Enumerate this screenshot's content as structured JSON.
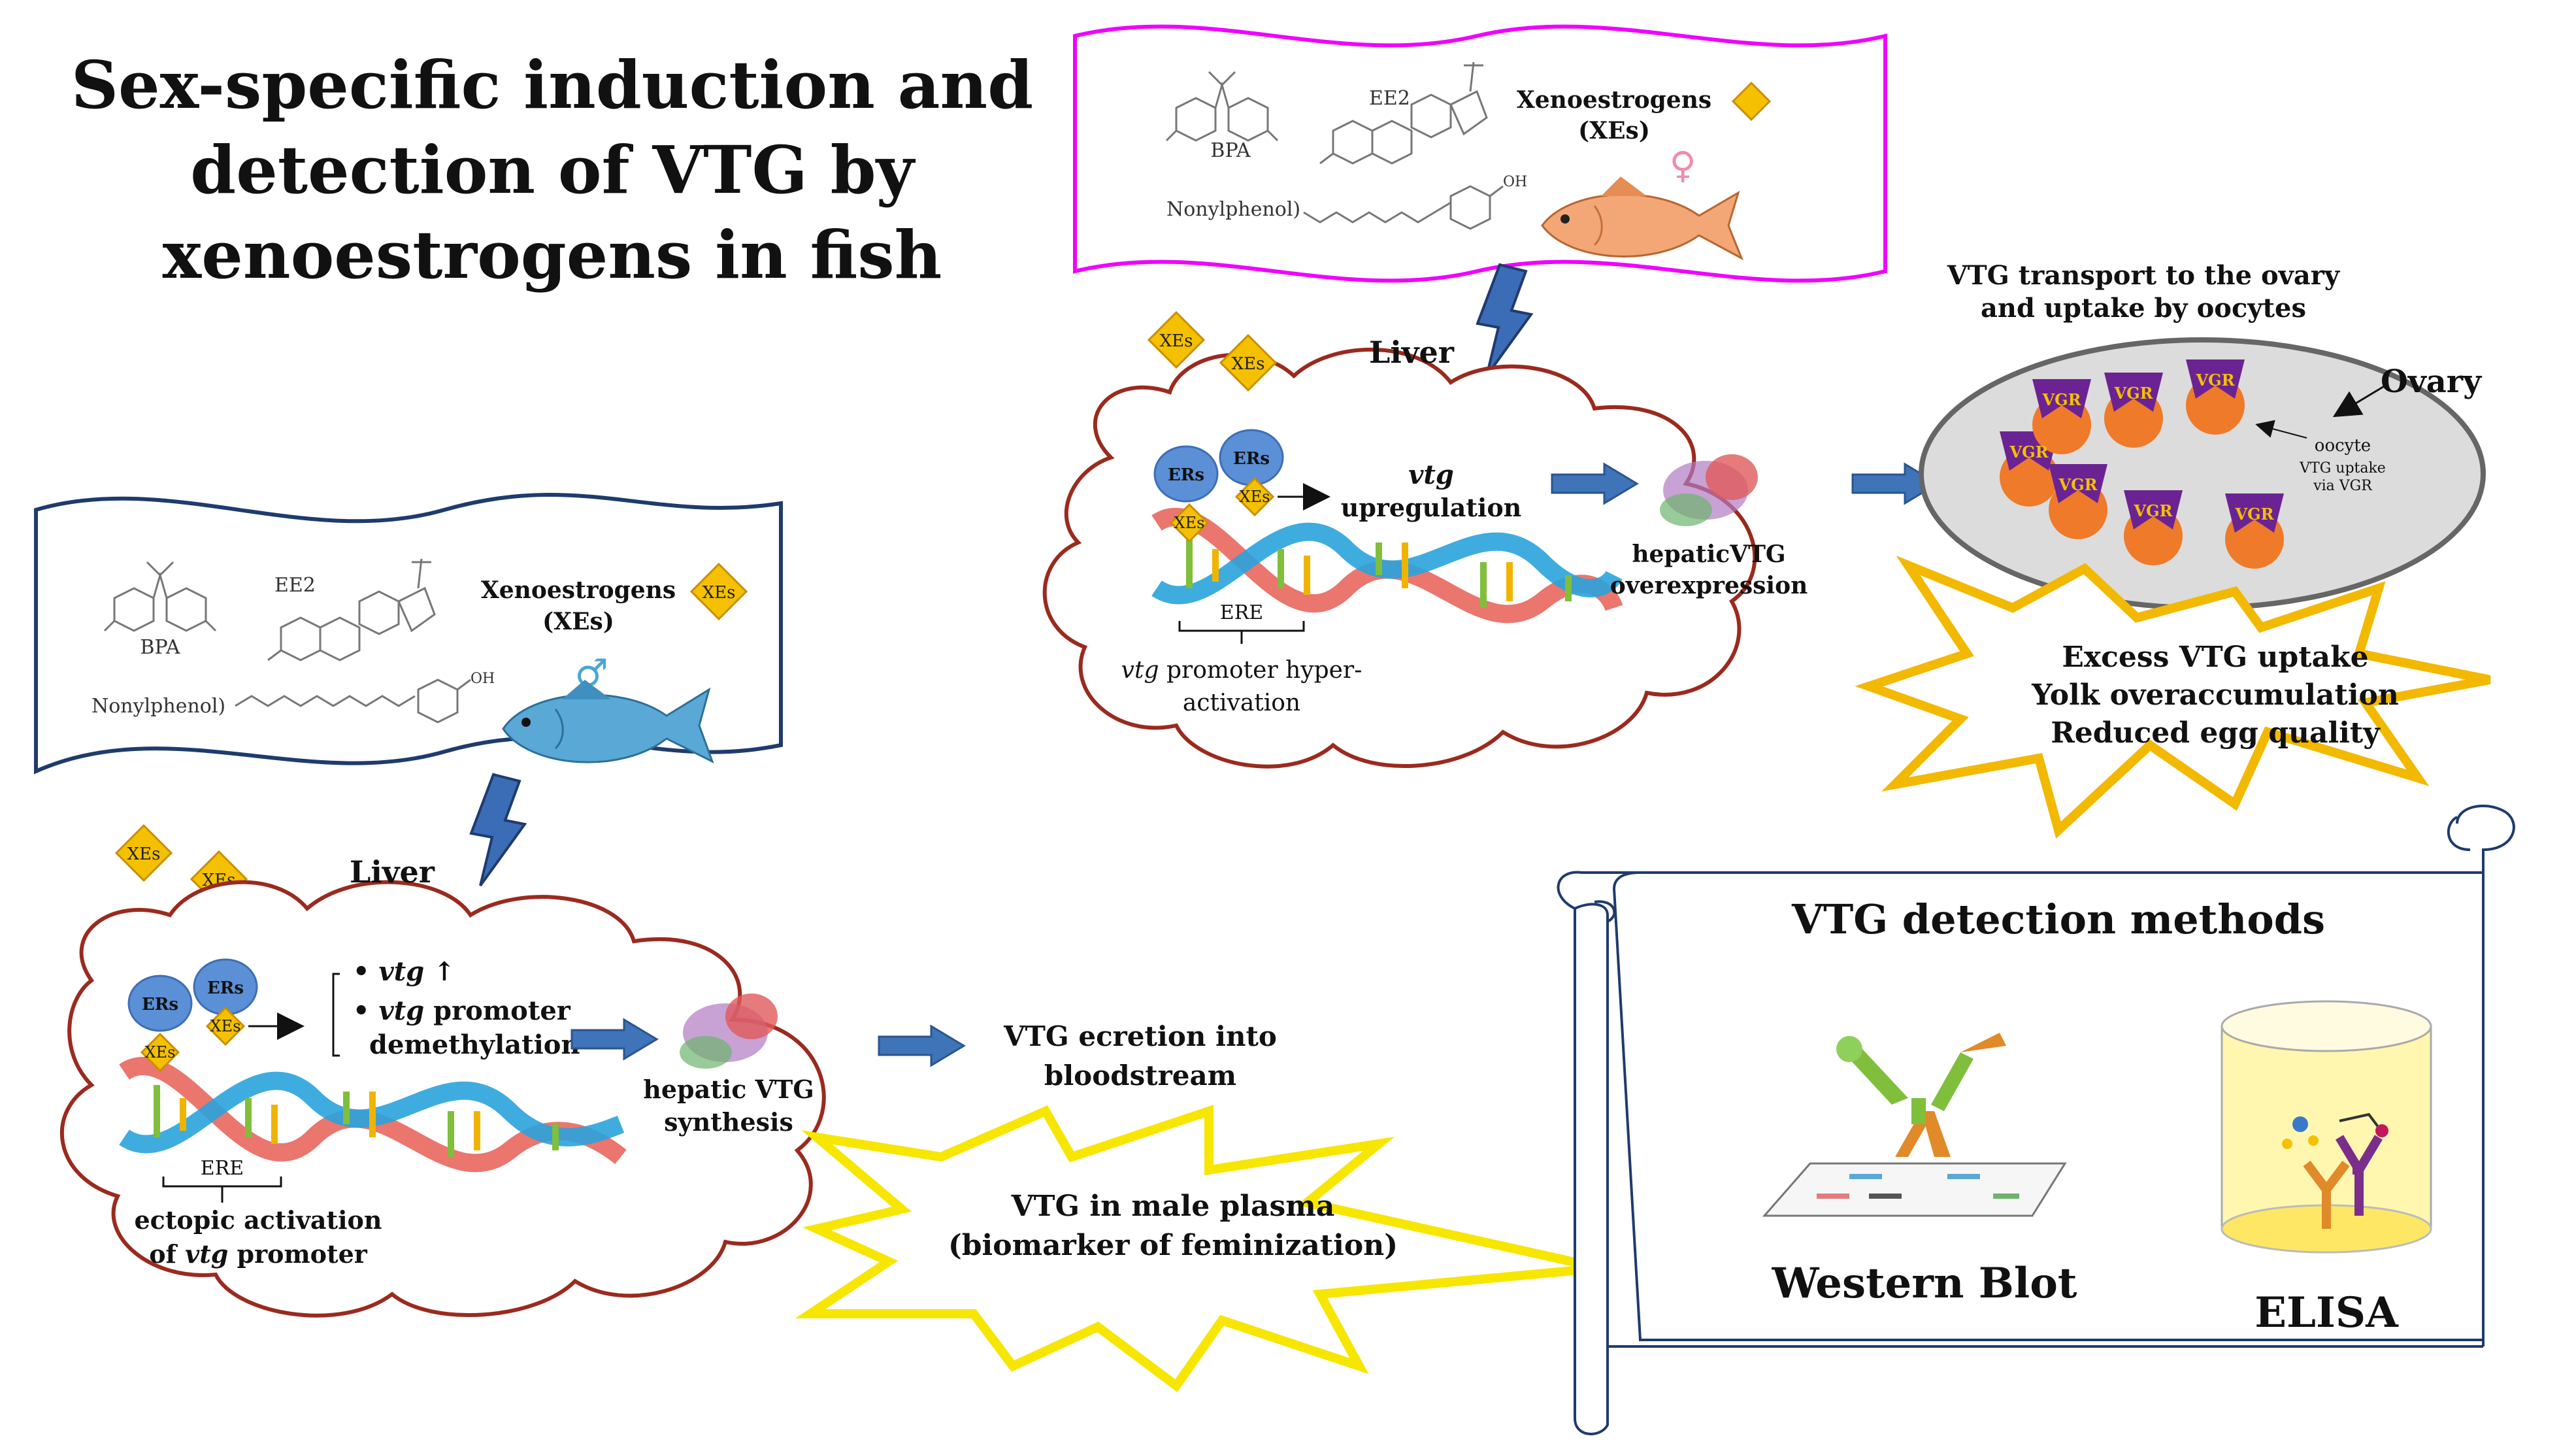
{
  "title": {
    "line1": "Sex-specific induction and",
    "line2": "detection of VTG by",
    "line3": "xenoestrogens in fish"
  },
  "female_banner": {
    "bpa": "BPA",
    "ee2": "EE2",
    "nonylphenol": "Nonylphenol)",
    "oh": "OH",
    "xe_label_1": "Xenoestrogens",
    "xe_label_2": "(XEs)",
    "sex_symbol": "♀"
  },
  "male_banner": {
    "bpa": "BPA",
    "ee2": "EE2",
    "nonylphenol": "Nonylphenol)",
    "oh": "OH",
    "xe_label_1": "Xenoestrogens",
    "xe_label_2": "(XEs)",
    "xe_badge": "XEs",
    "sex_symbol": "♂"
  },
  "female_liver": {
    "liver_label": "Liver",
    "xe_badge": "XEs",
    "ers_label": "ERs",
    "vtg_up_1": "vtg",
    "vtg_up_2": "upregulation",
    "ere": "ERE",
    "promoter_1": "vtg",
    "promoter_1b": " promoter hyper-",
    "promoter_2": "activation",
    "hepatic_1": "hepaticVTG",
    "hepatic_2": "overexpression"
  },
  "male_liver": {
    "liver_label": "Liver",
    "xe_badge": "XEs",
    "ers_label": "ERs",
    "bullet1_a": "vtg",
    "bullet1_b": "↑",
    "bullet2_a": "vtg",
    "bullet2_b": " promoter",
    "bullet2_c": "demethylation",
    "ere": "ERE",
    "ectopic_1": "ectopic activation",
    "ectopic_2a": "of ",
    "ectopic_2b": "vtg",
    "ectopic_2c": " promoter",
    "hepatic_1": "hepatic VTG",
    "hepatic_2": "synthesis"
  },
  "ovary": {
    "transport_1": "VTG transport to the ovary",
    "transport_2": "and uptake by oocytes",
    "ovary_label": "Ovary",
    "vgr": "VGR",
    "oocyte": "oocyte",
    "uptake_1": "VTG uptake",
    "uptake_2": "via VGR"
  },
  "female_burst": {
    "line1": "Excess VTG uptake",
    "line2": "Yolk overaccumulation",
    "line3": "Reduced egg quality"
  },
  "secretion": {
    "line1": "VTG ecretion into",
    "line2": "bloodstream"
  },
  "male_burst": {
    "line1": "VTG in male plasma",
    "line2": "(biomarker of feminization)"
  },
  "detection": {
    "title": "VTG detection methods",
    "western": "Western Blot",
    "elisa": "ELISA"
  },
  "colors": {
    "liver_outline": "#9b2a1e",
    "arrow_blue": "#3f74b8",
    "xe_yellow": "#f5c000",
    "burst_yellow": "#f7e600",
    "burst_outline": "#f3b800",
    "banner_pink": "#f000ff",
    "banner_navy": "#1f3b6e",
    "vgr_purple": "#6b2393",
    "oocyte_orange": "#ef7a2a",
    "er_blue": "#5b8fd6"
  }
}
